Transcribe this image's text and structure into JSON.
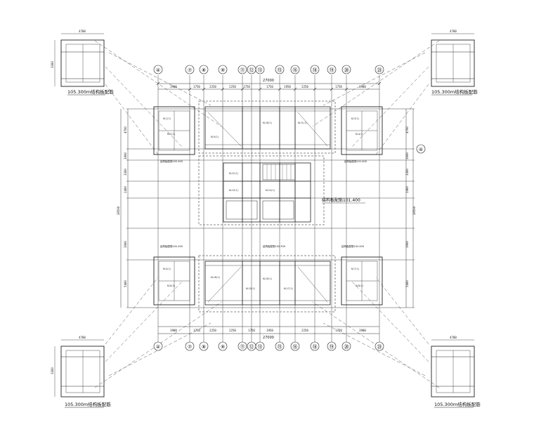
{
  "grid_axes": [
    "④",
    "⑦",
    "⑧",
    "⑨",
    "⑪",
    "⑫",
    "⑬",
    "⑮",
    "⑯",
    "⑱",
    "⑲",
    "⑳",
    "㉓"
  ],
  "side_axis": "④",
  "dims": {
    "top_overall": "27000",
    "top_segments": [
      "3900",
      "1750",
      "2250",
      "2250",
      "1750",
      "1750",
      "1950",
      "2250",
      "1750",
      "3900"
    ],
    "bottom_overall": "27000",
    "bottom_segments": [
      "3900",
      "1750",
      "2250",
      "2250",
      "1750",
      "1950",
      "2250",
      "1750",
      "3900"
    ],
    "left_overall": "28500",
    "left_segments": [
      "4700",
      "3000",
      "3300",
      "2400",
      "3900",
      "5400"
    ],
    "right_overall": "28500",
    "right_segments": [
      "4700",
      "3000",
      "3300",
      "2400",
      "3900",
      "5400"
    ]
  },
  "details": {
    "tl_width": "4700",
    "tr_width": "4700",
    "bl_width": "4700",
    "br_width": "4700",
    "tl_height": "3300",
    "bl_height": "3300",
    "tl_label": "105.300m结构板配筋",
    "tr_label": "105.300m结构板配筋",
    "bl_label": "105.300m结构板配筋",
    "br_label": "105.300m结构板配筋"
  },
  "center_label": "结构板配筋101.400",
  "tower_labels": {
    "tl": "结构板配筋102.400",
    "tr": "结构板配筋101.400",
    "bl": "结构板配筋102.400",
    "br": "结构板配筋102.400",
    "mid": "结构板配筋102.300"
  },
  "beam_text": [
    "KL1(1)",
    "KL2(1)",
    "KL3(1)",
    "KL4(1)",
    "KL5(1)",
    "KL6(1)",
    "KL7(1)",
    "KL8(1)",
    "KL9(1)",
    "KL10(1)",
    "KL11(1)",
    "KL12(1)",
    "KL13(1)",
    "KL14(1)",
    "KL15(1)",
    "KL16(1)",
    "KL17(1)",
    "KL18(1)"
  ]
}
